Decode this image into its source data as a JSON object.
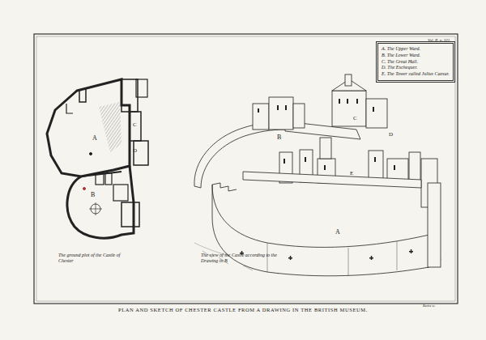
{
  "diagram": {
    "caption": "PLAN AND SKETCH OF CHESTER CASTLE FROM A DRAWING IN THE BRITISH MUSEUM.",
    "nodes": [
      {
        "text": [
          "A. The Upper Ward.",
          "B. The Lower Ward.",
          "C. The Great Hall.",
          "D. The Exchequer.",
          "E. The Tower called Julius Caesar."
        ]
      }
    ],
    "labels": [
      "Vol. II. p. 321.",
      "A",
      "C",
      "D",
      "B",
      "The ground plot of the Castle of Chester",
      "B",
      "C",
      "D",
      "E",
      "A",
      "The view of the Castle according to the Drawing in B",
      "Basire sc."
    ]
  }
}
